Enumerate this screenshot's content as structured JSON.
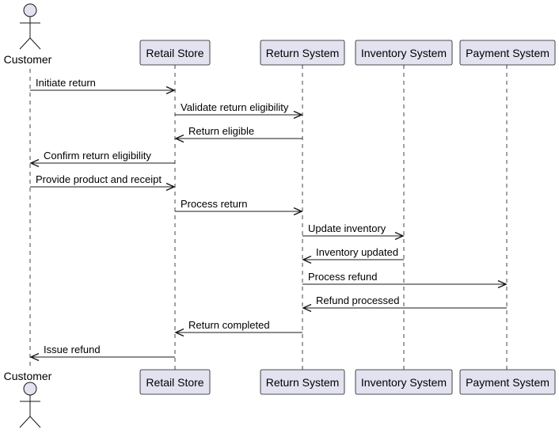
{
  "actor": {
    "label": "Customer",
    "icon": "stick-figure-icon"
  },
  "participants": [
    {
      "id": "retail",
      "label": "Retail Store"
    },
    {
      "id": "returns",
      "label": "Return System"
    },
    {
      "id": "inventory",
      "label": "Inventory System"
    },
    {
      "id": "payment",
      "label": "Payment System"
    }
  ],
  "messages": [
    {
      "from": "customer",
      "to": "retail",
      "label": "Initiate return"
    },
    {
      "from": "retail",
      "to": "returns",
      "label": "Validate return eligibility"
    },
    {
      "from": "returns",
      "to": "retail",
      "label": "Return eligible"
    },
    {
      "from": "retail",
      "to": "customer",
      "label": "Confirm return eligibility"
    },
    {
      "from": "customer",
      "to": "retail",
      "label": "Provide product and receipt"
    },
    {
      "from": "retail",
      "to": "returns",
      "label": "Process return"
    },
    {
      "from": "returns",
      "to": "inventory",
      "label": "Update inventory"
    },
    {
      "from": "inventory",
      "to": "returns",
      "label": "Inventory updated"
    },
    {
      "from": "returns",
      "to": "payment",
      "label": "Process refund"
    },
    {
      "from": "payment",
      "to": "returns",
      "label": "Refund processed"
    },
    {
      "from": "returns",
      "to": "retail",
      "label": "Return completed"
    },
    {
      "from": "retail",
      "to": "customer",
      "label": "Issue refund"
    }
  ],
  "colors": {
    "participant_fill": "#E2E2F0",
    "line": "#181818",
    "text": "#000000"
  }
}
